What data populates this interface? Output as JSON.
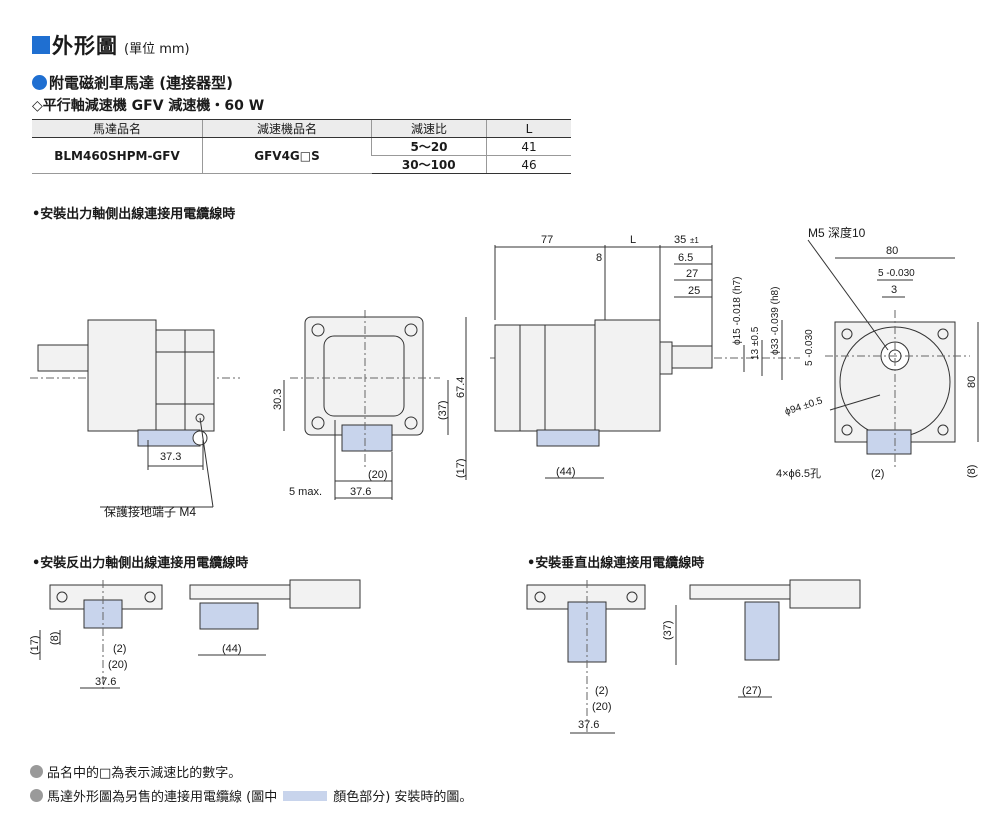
{
  "title": {
    "main": "外形圖",
    "unit": "(單位 mm)"
  },
  "subtitle": "附電磁剎車馬達 (連接器型)",
  "subtitle2": "◇平行軸減速機 GFV 減速機・60 W",
  "table": {
    "headers": [
      "馬達品名",
      "減速機品名",
      "減速比",
      "L"
    ],
    "motor": "BLM460SHPM-GFV",
    "gearhead": "GFV4G□S",
    "rows": [
      {
        "ratio": "5～20",
        "L": "41"
      },
      {
        "ratio": "30～100",
        "L": "46"
      }
    ]
  },
  "sections": {
    "s1": "•安裝出力軸側出線連接用電纜線時",
    "s2": "•安裝反出力軸側出線連接用電纜線時",
    "s3": "•安裝垂直出線連接用電纜線時"
  },
  "dims": {
    "d30_3": "30.3",
    "d37_3": "37.3",
    "ground": "保護接地端子 M4",
    "d5max": "5 max.",
    "d37_6": "37.6",
    "d20": "(20)",
    "d37": "(37)",
    "d67_4": "67.4",
    "d17": "(17)",
    "d77": "77",
    "dL": "L",
    "d35": "35",
    "d35tol": "±1",
    "d8": "8",
    "d6_5": "6.5",
    "d27": "27",
    "d25": "25",
    "d15": "ϕ15 -0.018 (h7)",
    "d13": "13 ±0.5",
    "d33": "ϕ33 -0.039 (h8)",
    "d44": "(44)",
    "m5": "M5 深度10",
    "d80": "80",
    "d5key": "5 -0.030",
    "d3": "3",
    "d5v": "5 -0.030",
    "d94": "ϕ94 ±0.5",
    "d80v": "80",
    "holes": "4×ϕ6.5孔",
    "d2": "(2)",
    "d8p": "(8)",
    "b_d17": "(17)",
    "b_d8": "(8)",
    "b_d2": "(2)",
    "b_d20": "(20)",
    "b_d37_6": "37.6",
    "b_d44": "(44)",
    "c_d37": "(37)",
    "c_d2": "(2)",
    "c_d20": "(20)",
    "c_d37_6": "37.6",
    "c_d27": "(27)"
  },
  "notes": {
    "n1": "品名中的□為表示減速比的數字。",
    "n2a": "馬達外形圖為另售的連接用電纜線 (圖中",
    "n2b": "顏色部分) 安裝時的圖。"
  },
  "colors": {
    "brand_blue": "#1f6fd1",
    "cable_blue": "#c8d4ec",
    "body_gray": "#f2f2f2"
  }
}
